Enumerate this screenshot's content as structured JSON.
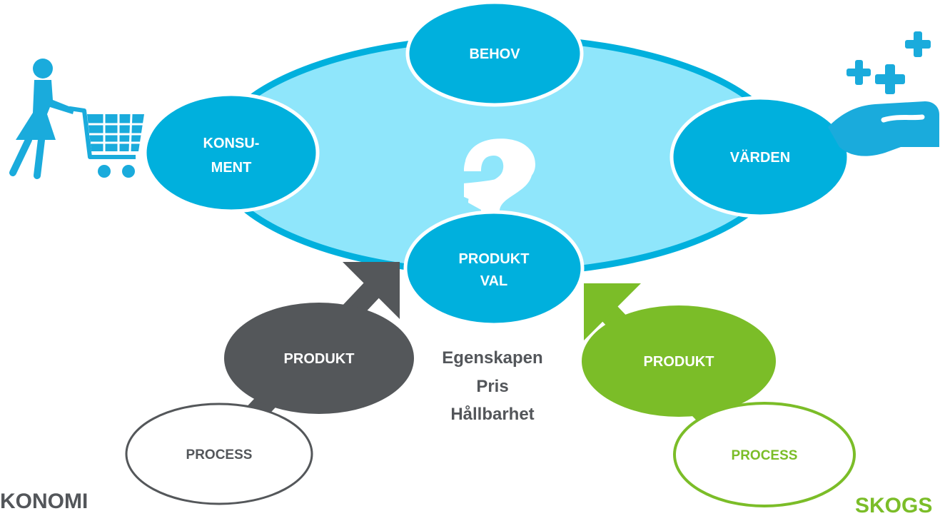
{
  "colors": {
    "big_ellipse_fill": "#8fe6fb",
    "bubble": "#00b0dd",
    "icon": "#1aabdc",
    "grey": "#54575a",
    "green": "#7bbd28",
    "text_dark": "#53565a"
  },
  "icons": {
    "shopper": "woman-with-shopping-cart-icon",
    "hand": "hand-with-plus-signs-icon",
    "question": "question-mark-icon"
  },
  "bubbles": {
    "behov": "BEHOV",
    "konsument_line1": "KONSU-",
    "konsument_line2": "MENT",
    "varden": "VÄRDEN",
    "produktval_line1": "PRODUKT",
    "produktval_line2": "VAL"
  },
  "left_path": {
    "produkt": "PRODUKT",
    "process": "PROCESS"
  },
  "right_path": {
    "produkt": "PRODUKT",
    "process": "PROCESS"
  },
  "criteria": [
    "Egenskapen",
    "Pris",
    "Hållbarhet"
  ],
  "corner_labels": {
    "left": "KONOMI",
    "right": "SKOGS"
  }
}
